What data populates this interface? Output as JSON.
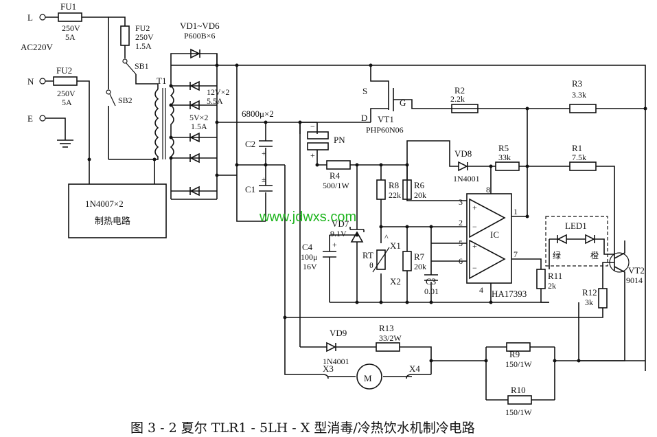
{
  "labels": {
    "L": "L",
    "N": "N",
    "E": "E",
    "fu1": "FU1",
    "fu1_rating": "250V",
    "fu1_amp": "5A",
    "ac": "AC220V",
    "fu2a": "FU2",
    "fu2a_rating": "250V",
    "fu2a_amp": "1.5A",
    "sb1": "SB1",
    "fu2b": "FU2",
    "fu2b_rating": "250V",
    "fu2b_amp": "5A",
    "sb2": "SB2",
    "t1": "T1",
    "vd": "VD1~VD6",
    "vd_part": "P600B×6",
    "v12": "12V×2",
    "a55": "5.5A",
    "v5": "5V×2",
    "a15": "1.5A",
    "cap6800": "6800μ×2",
    "c2": "C2",
    "c1": "C1",
    "pn": "PN",
    "heat1": "1N4007×2",
    "heat2": "制热电路",
    "s": "S",
    "g": "G",
    "d": "D",
    "vt1": "VT1",
    "vt1_part": "PHP60N06",
    "r2": "R2",
    "r2v": "2.2k",
    "r3": "R3",
    "r3v": "3.3k",
    "vd8": "VD8",
    "vd8_part": "1N4001",
    "r5": "R5",
    "r5v": "33k",
    "r1": "R1",
    "r1v": "7.5k",
    "r4": "R4",
    "r4v": "500/1W",
    "r8": "R8",
    "r8v": "22k",
    "r6": "R6",
    "r6v": "20k",
    "vd7": "VD7",
    "vd7v": "9.1V",
    "c4": "C4",
    "c4v": "100μ",
    "c4v2": "16V",
    "rt": "RT",
    "theta": "θ",
    "x1": "X1",
    "x2": "X2",
    "r7": "R7",
    "r7v": "20k",
    "c3": "C3",
    "c3v": "0.01",
    "ic": "IC",
    "ic_part": "HA17393",
    "p8": "8",
    "p3": "3",
    "p2": "2",
    "p1": "1",
    "p5": "5",
    "p6": "6",
    "p7": "7",
    "p4": "4",
    "led1": "LED1",
    "green": "绿",
    "orange": "橙",
    "r11": "R11",
    "r11v": "2k",
    "r12": "R12",
    "r12v": "3k",
    "vt2": "VT2",
    "vt2_part": "9014",
    "vd9": "VD9",
    "vd9_part": "1N4001",
    "r13": "R13",
    "r13v": "33/2W",
    "r9": "R9",
    "r9v": "150/1W",
    "r10": "R10",
    "r10v": "150/1W",
    "x3": "X3",
    "x4": "X4",
    "m": "M"
  },
  "watermark": "www.jdwxs.com",
  "caption": "图 3 - 2   夏尔 TLR1 - 5LH - X 型消毒/冷热饮水机制冷电路"
}
